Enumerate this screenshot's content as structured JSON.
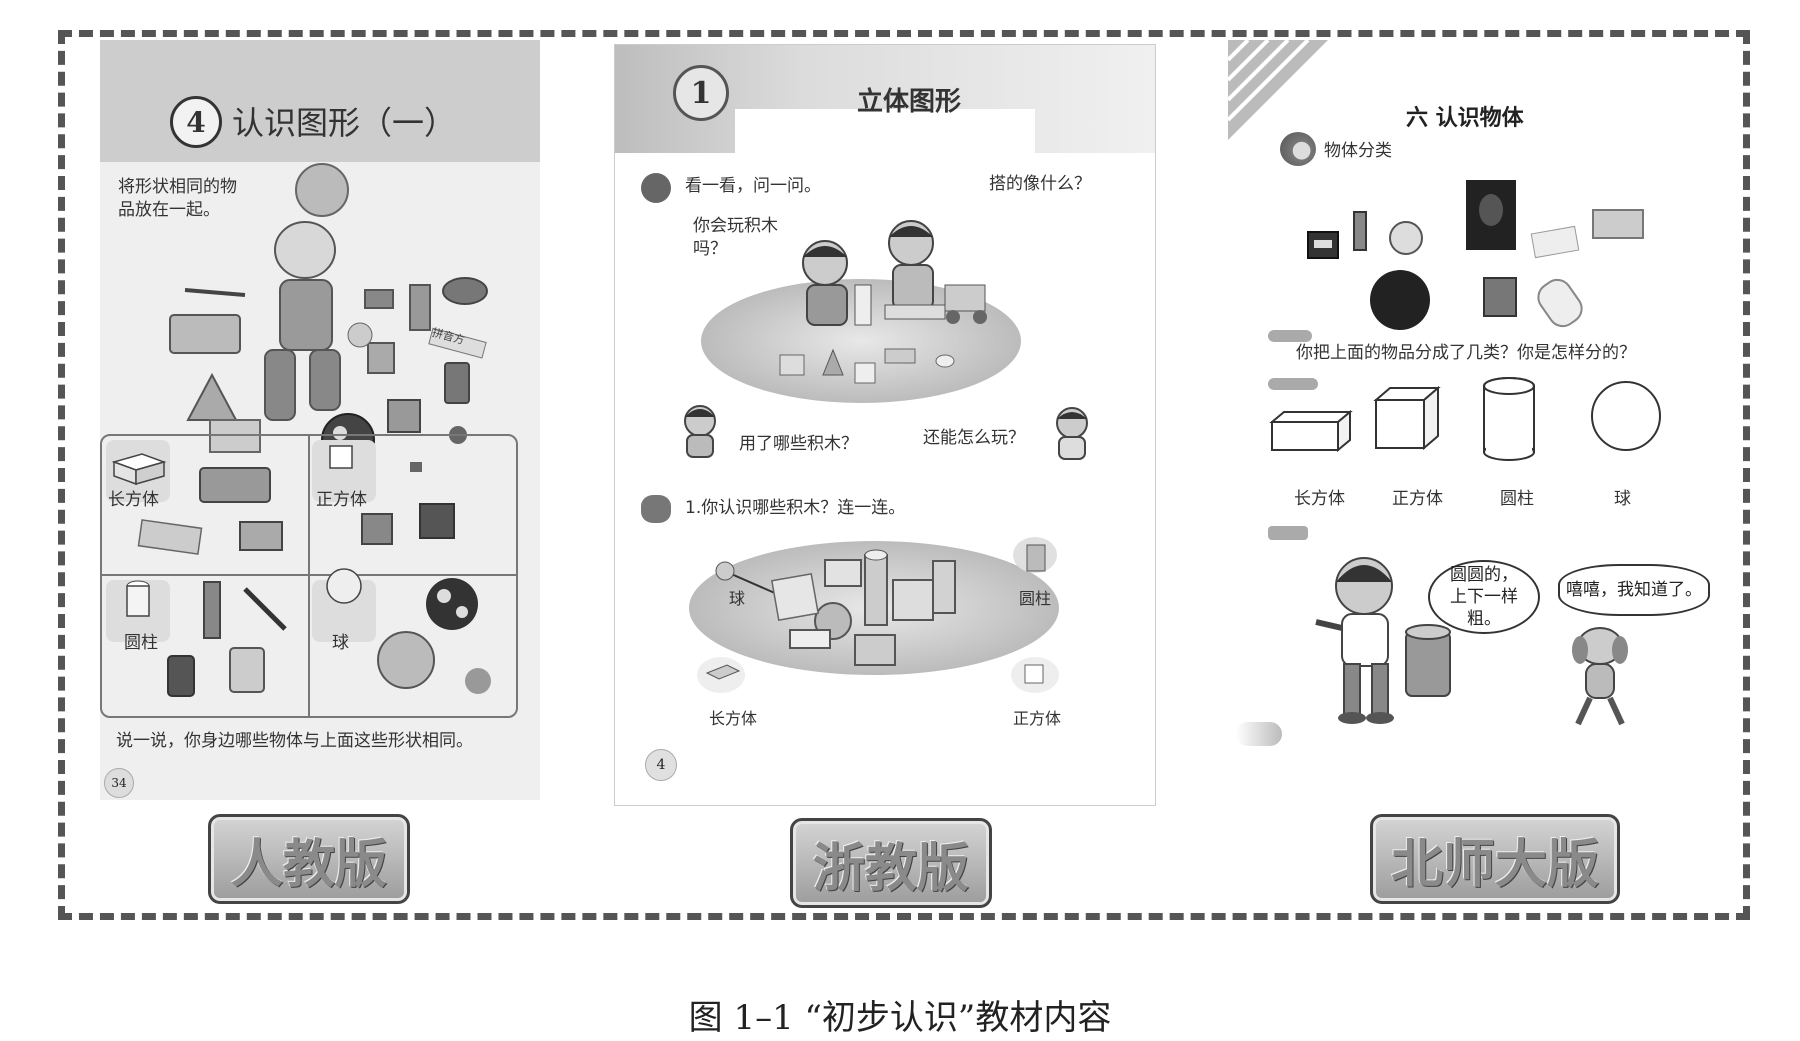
{
  "caption": "图 1–1 “初步认识”教材内容",
  "pages": {
    "pep": {
      "badge": "人教版",
      "unit_number": "4",
      "title": "认识图形（一）",
      "instruction": "将形状相同的物品放在一起。",
      "cells": [
        "长方体",
        "正方体",
        "圆柱",
        "球"
      ],
      "footer_text": "说一说，你身边哪些物体与上面这些形状相同。",
      "page_number": "34",
      "toy_label": "拼音方"
    },
    "zhejiang": {
      "badge": "浙教版",
      "unit_number": "1",
      "title": "立体图形",
      "prompt_1": "看一看，问一问。",
      "question_1": "搭的像什么？",
      "question_2": "你会玩积木吗？",
      "question_3": "用了哪些积木？",
      "question_4": "还能怎么玩？",
      "exercise": "1.你认识哪些积木？连一连。",
      "labels": [
        "球",
        "圆柱",
        "长方体",
        "正方体"
      ],
      "page_number": "4"
    },
    "bnu": {
      "badge": "北师大版",
      "title": "六 认识物体",
      "subtitle": "物体分类",
      "question": "你把上面的物品分成了几类？你是怎样分的？",
      "shapes": [
        "长方体",
        "正方体",
        "圆柱",
        "球"
      ],
      "bubble_boy": "圆圆的，上下一样粗。",
      "bubble_dog": "嘻嘻，我知道了。"
    }
  }
}
